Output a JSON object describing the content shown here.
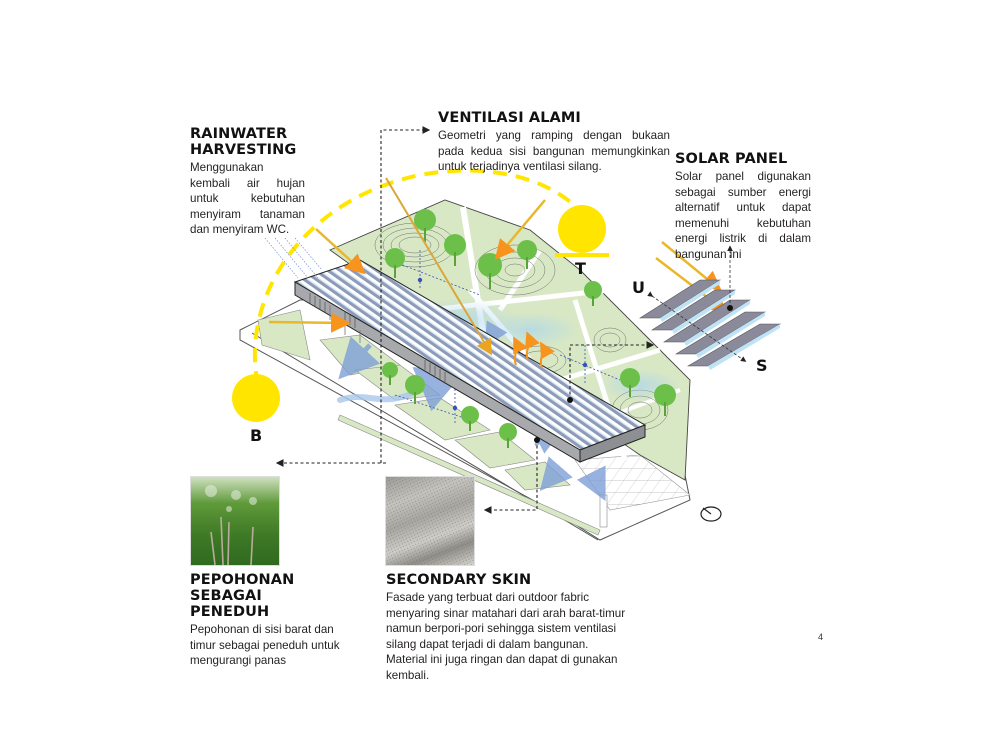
{
  "rainwater": {
    "title_line1": "RAINWATER",
    "title_line2": "HARVESTING",
    "body": "Menggunakan kembali air hujan untuk kebutuhan menyiram tanaman dan menyiram WC."
  },
  "ventilasi": {
    "title": "VENTILASI ALAMI",
    "body": "Geometri yang ramping dengan bukaan pada kedua sisi bangunan memungkinkan untuk terjadinya ventilasi silang."
  },
  "solar": {
    "title": "SOLAR PANEL",
    "body": "Solar panel digunakan sebagai sumber energi alternatif untuk dapat memenuhi kebutuhan energi listrik di dalam bangunan ini"
  },
  "pepohonan": {
    "title_line1": "PEPOHONAN SEBAGAI",
    "title_line2": "PENEDUH",
    "body": "Pepohonan di sisi barat dan timur sebagai peneduh untuk mengurangi panas"
  },
  "secondary_skin": {
    "title": "SECONDARY SKIN",
    "body": "Fasade yang terbuat dari outdoor fabric menyaring sinar matahari dari arah barat-timur namun berpori-pori sehingga sistem ventilasi silang dapat terjadi di dalam bangunan. Material ini juga ringan dan dapat di gunakan kembali."
  },
  "sun_labels": {
    "west": "B",
    "east": "T"
  },
  "compass": {
    "north": "U",
    "south": "S"
  },
  "page_mark": "4",
  "icons": {
    "sun_west": "sun-icon",
    "sun_east": "sun-icon",
    "north_symbol": "north-arrow-icon"
  },
  "colors": {
    "sun_yellow": "#ffe500",
    "sun_path": "#ffe500",
    "ray_orange": "#f7941d",
    "ray_gold": "#e8b82a",
    "landscape_green": "#d9e8c4",
    "tree_green": "#6cc04a",
    "wind_blue": "#8fb3e0",
    "building_grey": "#a7a9ac",
    "panel_grey": "#8a8a9a",
    "panel_light_blue": "#bfe3f5"
  }
}
